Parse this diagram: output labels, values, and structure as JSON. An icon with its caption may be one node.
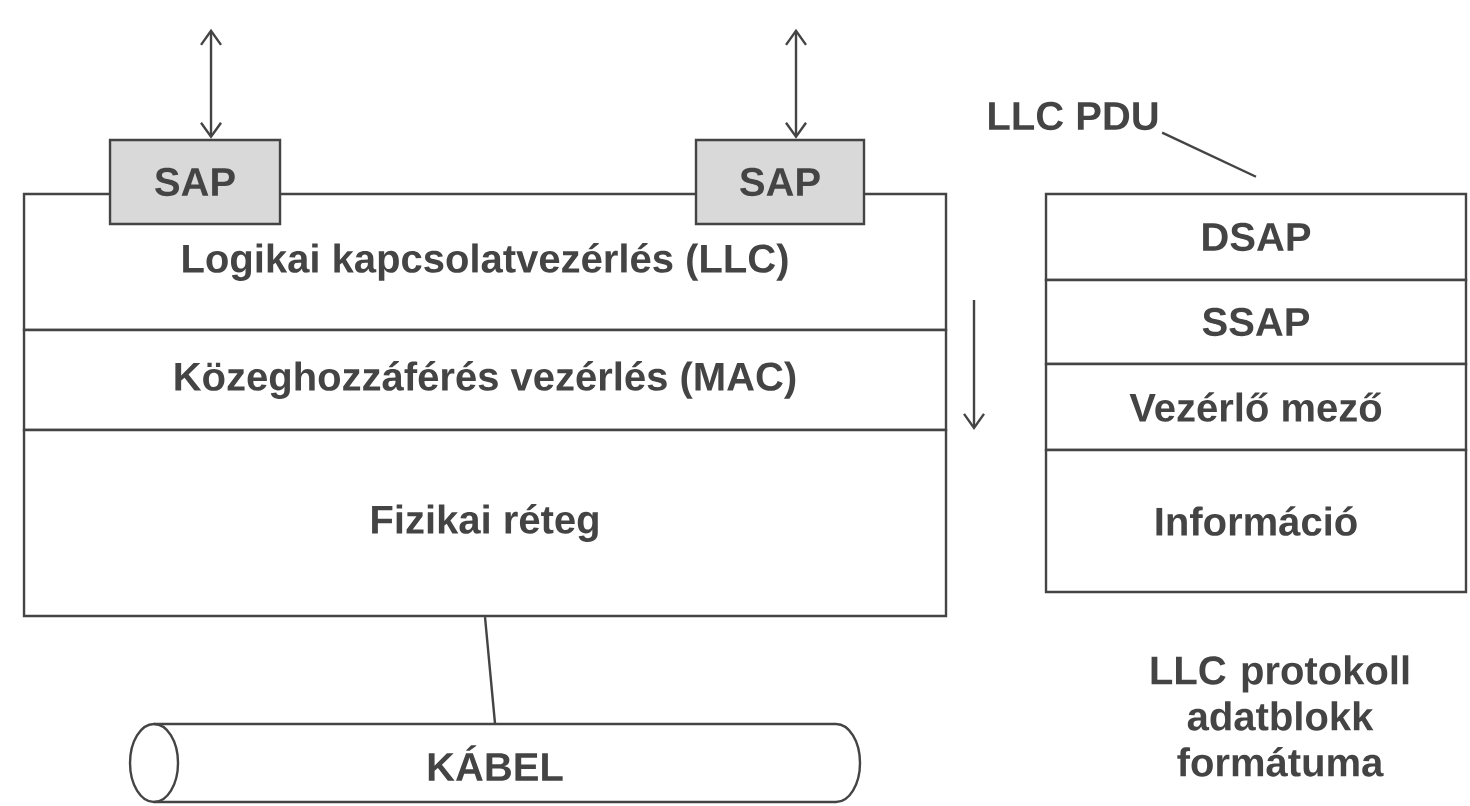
{
  "diagram": {
    "nodes": [
      {
        "text": [
          "SAP"
        ]
      },
      {
        "text": [
          "SAP"
        ]
      },
      {
        "text": [
          "Logikai kapcsolatvezérlés (LLC)"
        ]
      },
      {
        "text": [
          "Közeghozzáférés vezérlés (MAC)"
        ]
      },
      {
        "text": [
          "Fizikai réteg"
        ]
      },
      {
        "text": [
          "KÁBEL"
        ]
      },
      {
        "text": [
          "DSAP"
        ]
      },
      {
        "text": [
          "SSAP"
        ]
      },
      {
        "text": [
          "Vezérlő mező"
        ]
      },
      {
        "text": [
          "Információ"
        ]
      },
      {
        "text": [
          "LLC PDU"
        ]
      }
    ],
    "edges": [
      {
        "from": null,
        "to": 0,
        "arrow": "both"
      },
      {
        "from": null,
        "to": 1,
        "arrow": "both"
      },
      {
        "from": 4,
        "to": 5,
        "arrow": "none"
      },
      {
        "from": 10,
        "to": 6,
        "arrow": "none"
      }
    ],
    "labels": [
      "LLC protokoll adatblokk formátuma"
    ]
  }
}
